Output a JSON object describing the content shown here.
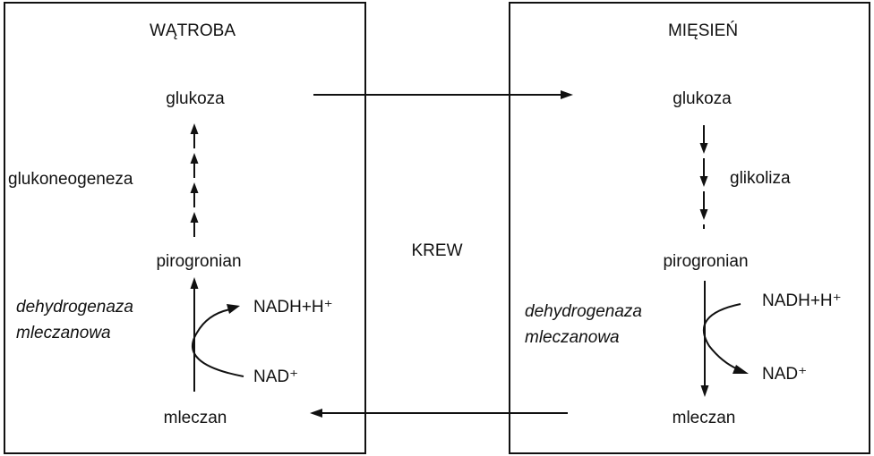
{
  "liver": {
    "title": "WĄTROBA",
    "glucose": "glukoza",
    "process": "glukoneogeneza",
    "pyruvate": "pirogronian",
    "enzyme_line1": "dehydrogenaza",
    "enzyme_line2": "mleczanowa",
    "cofactor_product": "NADH+H⁺",
    "cofactor_substrate": "NAD⁺",
    "lactate": "mleczan"
  },
  "blood": {
    "label": "KREW"
  },
  "muscle": {
    "title": "MIĘSIEŃ",
    "glucose": "glukoza",
    "process": "glikoliza",
    "pyruvate": "pirogronian",
    "enzyme_line1": "dehydrogenaza",
    "enzyme_line2": "mleczanowa",
    "cofactor_substrate": "NADH+H⁺",
    "cofactor_product": "NAD⁺",
    "lactate": "mleczan"
  },
  "colors": {
    "ink": "#111111",
    "background": "#ffffff"
  }
}
